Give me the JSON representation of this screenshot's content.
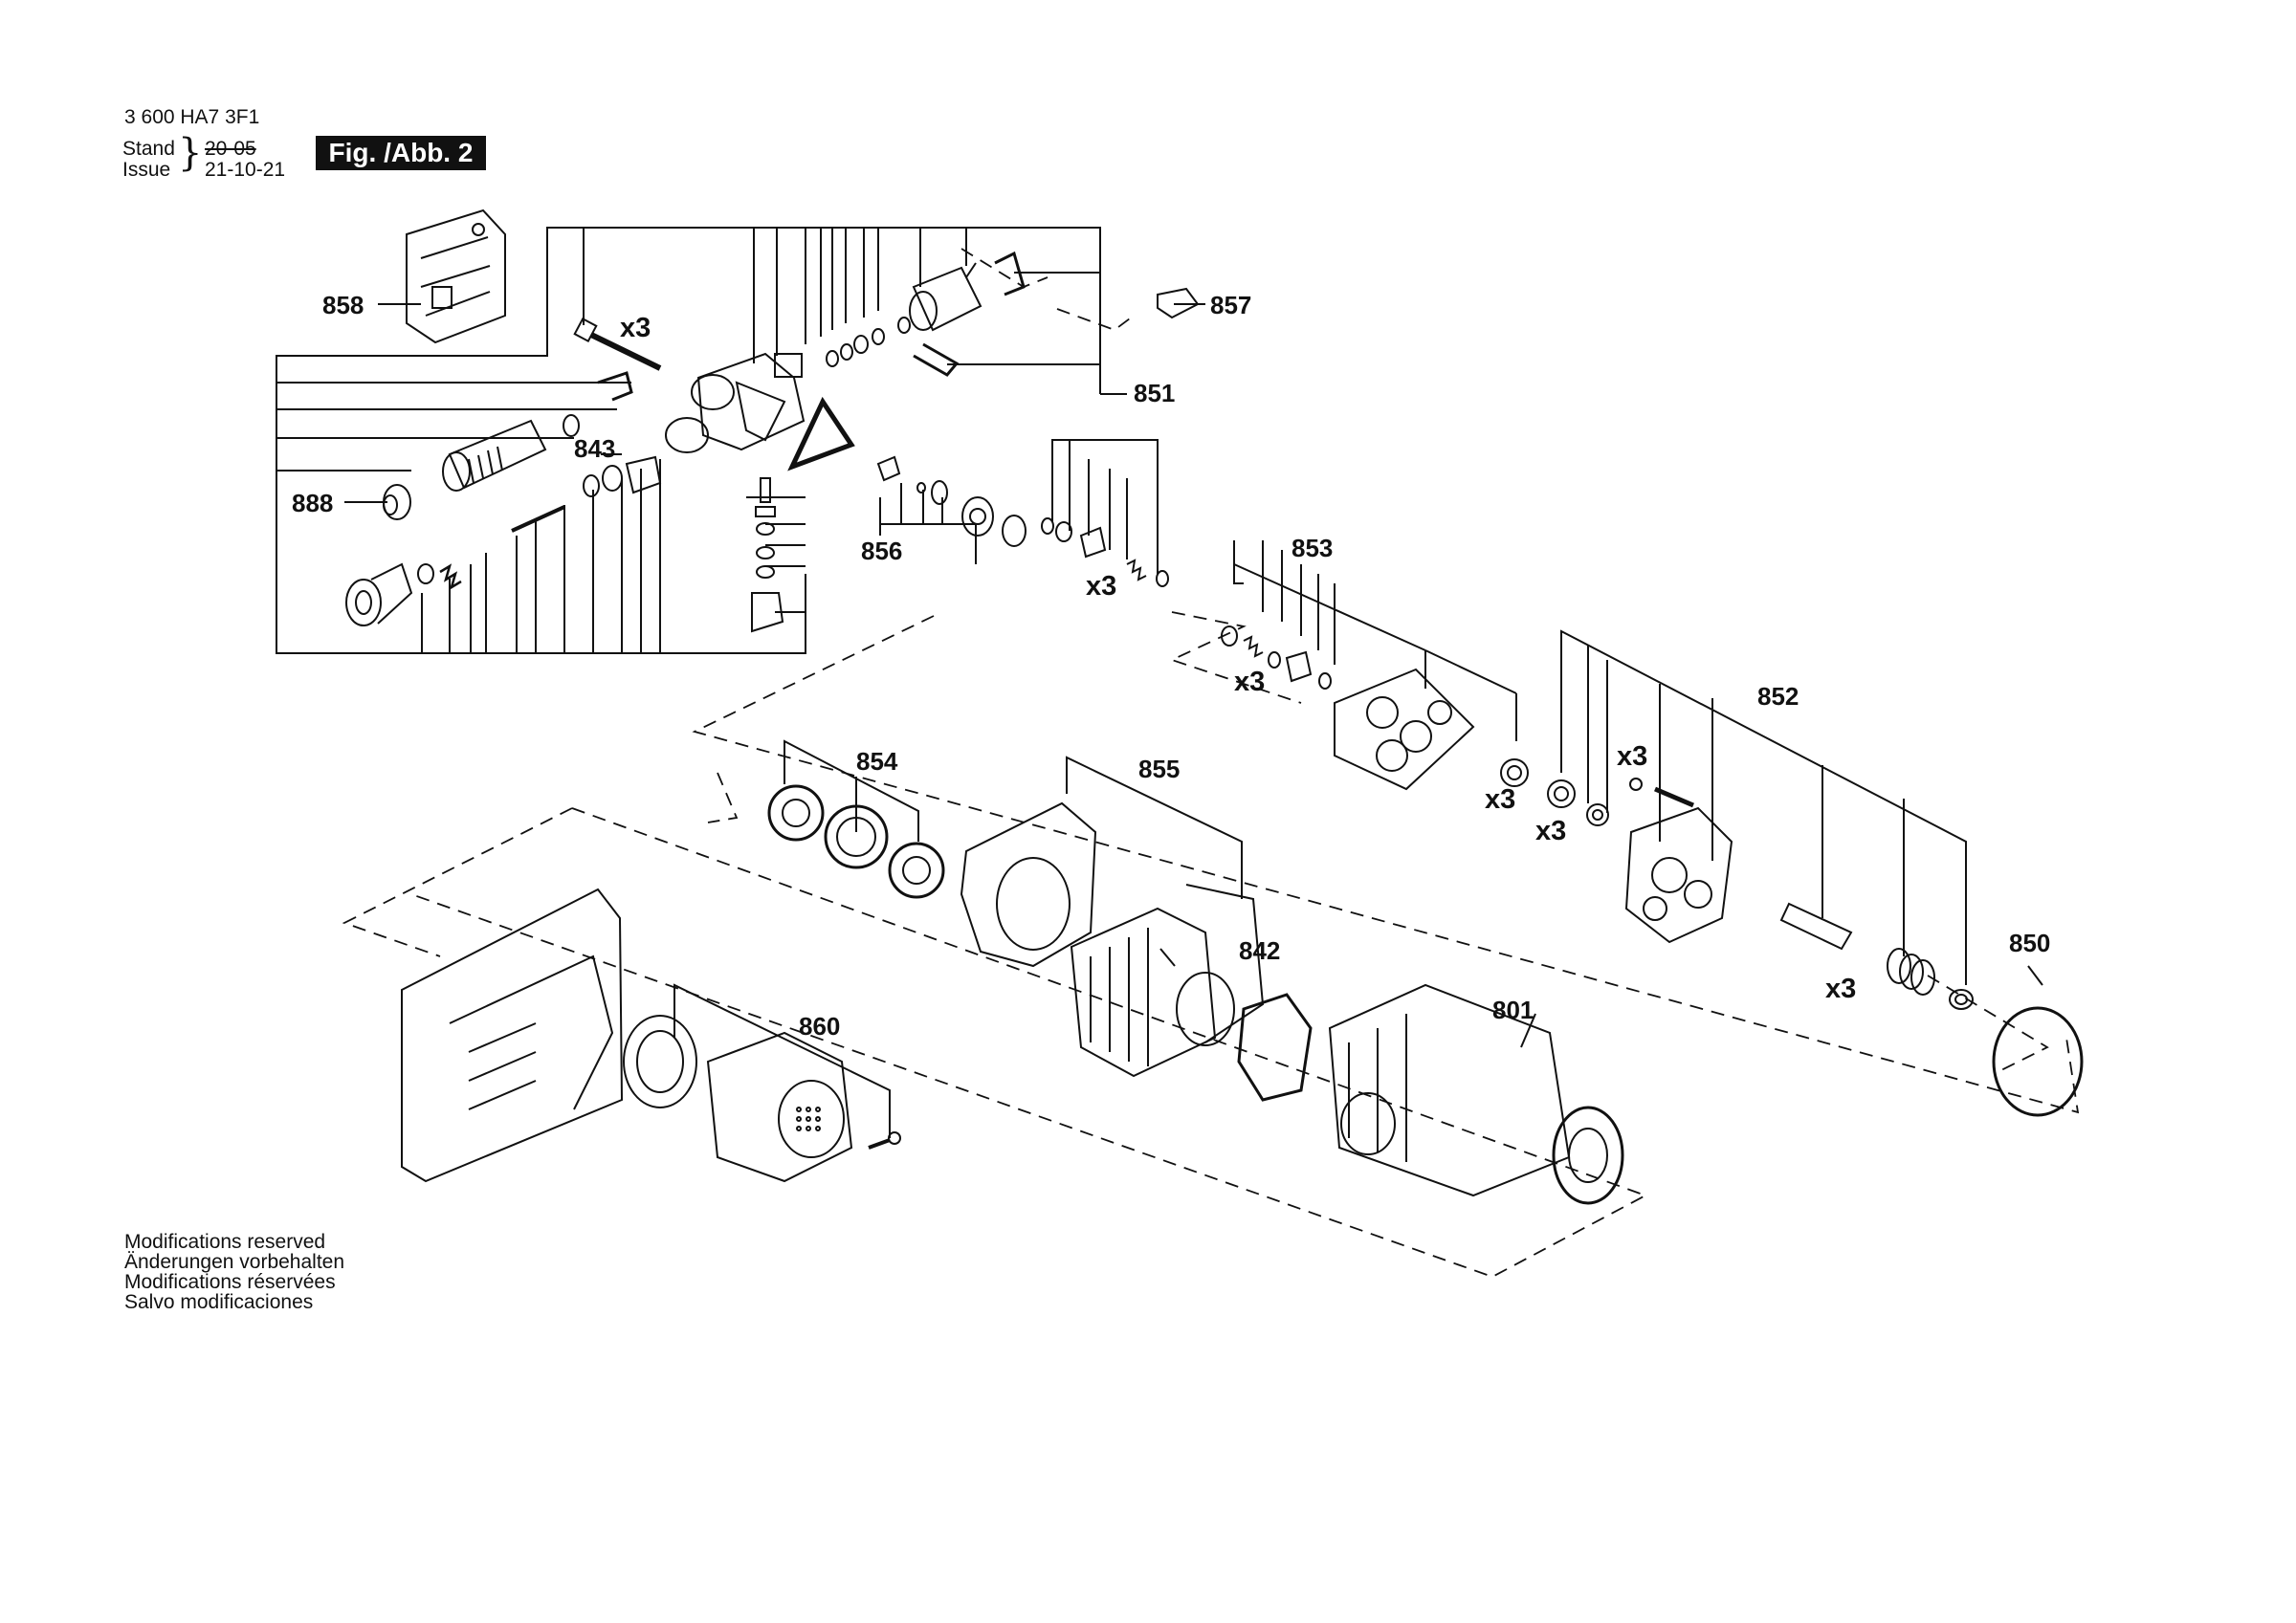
{
  "header": {
    "doc_number": "3 600 HA7 3F1",
    "stand_label": "Stand",
    "stand_value": "20-05",
    "issue_label": "Issue",
    "issue_value": "21-10-21",
    "figure": "Fig. /Abb. 2"
  },
  "callouts": {
    "c858": "858",
    "c857": "857",
    "c851": "851",
    "c843": "843",
    "c888": "888",
    "c856": "856",
    "c853": "853",
    "c852": "852",
    "c854": "854",
    "c855": "855",
    "c842": "842",
    "c801": "801",
    "c850": "850",
    "c860": "860"
  },
  "quantities": {
    "q1": "x3",
    "q2": "x3",
    "q3": "x3",
    "q4": "x3",
    "q5": "x3",
    "q6": "x3",
    "q7": "x3"
  },
  "footer": {
    "line1": "Modifications reserved",
    "line2": "Änderungen vorbehalten",
    "line3": "Modifications réservées",
    "line4": "Salvo modificaciones"
  }
}
